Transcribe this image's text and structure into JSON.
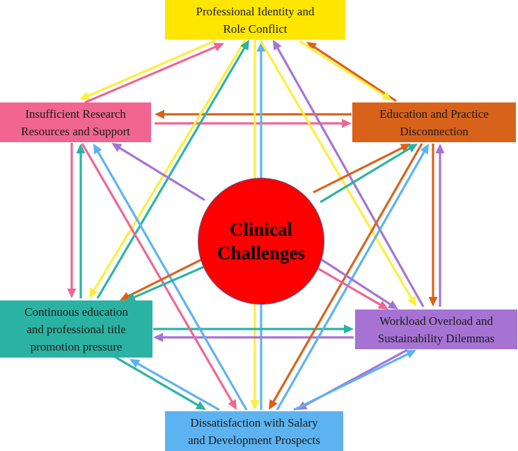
{
  "center": {
    "label": "Clinical\nChallenges",
    "color": "#ff0000"
  },
  "nodes": {
    "top": {
      "label": "Professional Identity and\nRole Conflict",
      "color": "#ffe600"
    },
    "left": {
      "label": "Insufficient Research\nResources and Support",
      "color": "#f06592"
    },
    "right": {
      "label": "Education and Practice\nDisconnection",
      "color": "#d9621a"
    },
    "bleft": {
      "label": "Continuous education\nand professional title\npromotion pressure",
      "color": "#2ab3a3"
    },
    "bright": {
      "label": "Workload Overload and\nSustainability Dilemmas",
      "color": "#a673d4"
    },
    "bottom": {
      "label": "Dissatisfaction with Salary\nand Development Prospects",
      "color": "#5cb3f0"
    }
  },
  "arrow_colors": {
    "yellow": "#ffee3b",
    "pink": "#f06592",
    "orange": "#d9621a",
    "teal": "#2ab3a3",
    "purple": "#a673d4",
    "blue": "#5cb3f0"
  }
}
